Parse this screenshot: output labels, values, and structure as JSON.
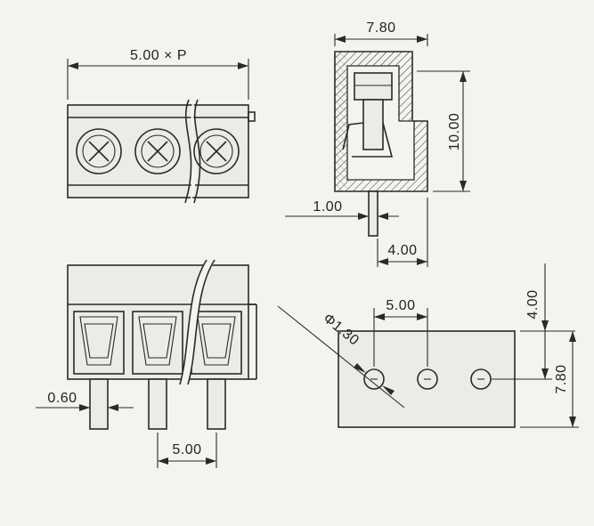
{
  "labels": {
    "pitch_top": "5.00 × P",
    "side_width": "7.80",
    "side_height": "10.00",
    "pin_width": "1.00",
    "pin_offset": "4.00",
    "pin_thickness": "0.60",
    "pitch_front": "5.00",
    "hole_diameter": "Φ1.30",
    "hole_pitch": "5.00",
    "hole_offset": "4.00",
    "footprint_depth": "7.80"
  },
  "colors": {
    "line": "#2a2a2a",
    "paper": "#f4f3ef",
    "hatch": "#2a2a2a"
  }
}
